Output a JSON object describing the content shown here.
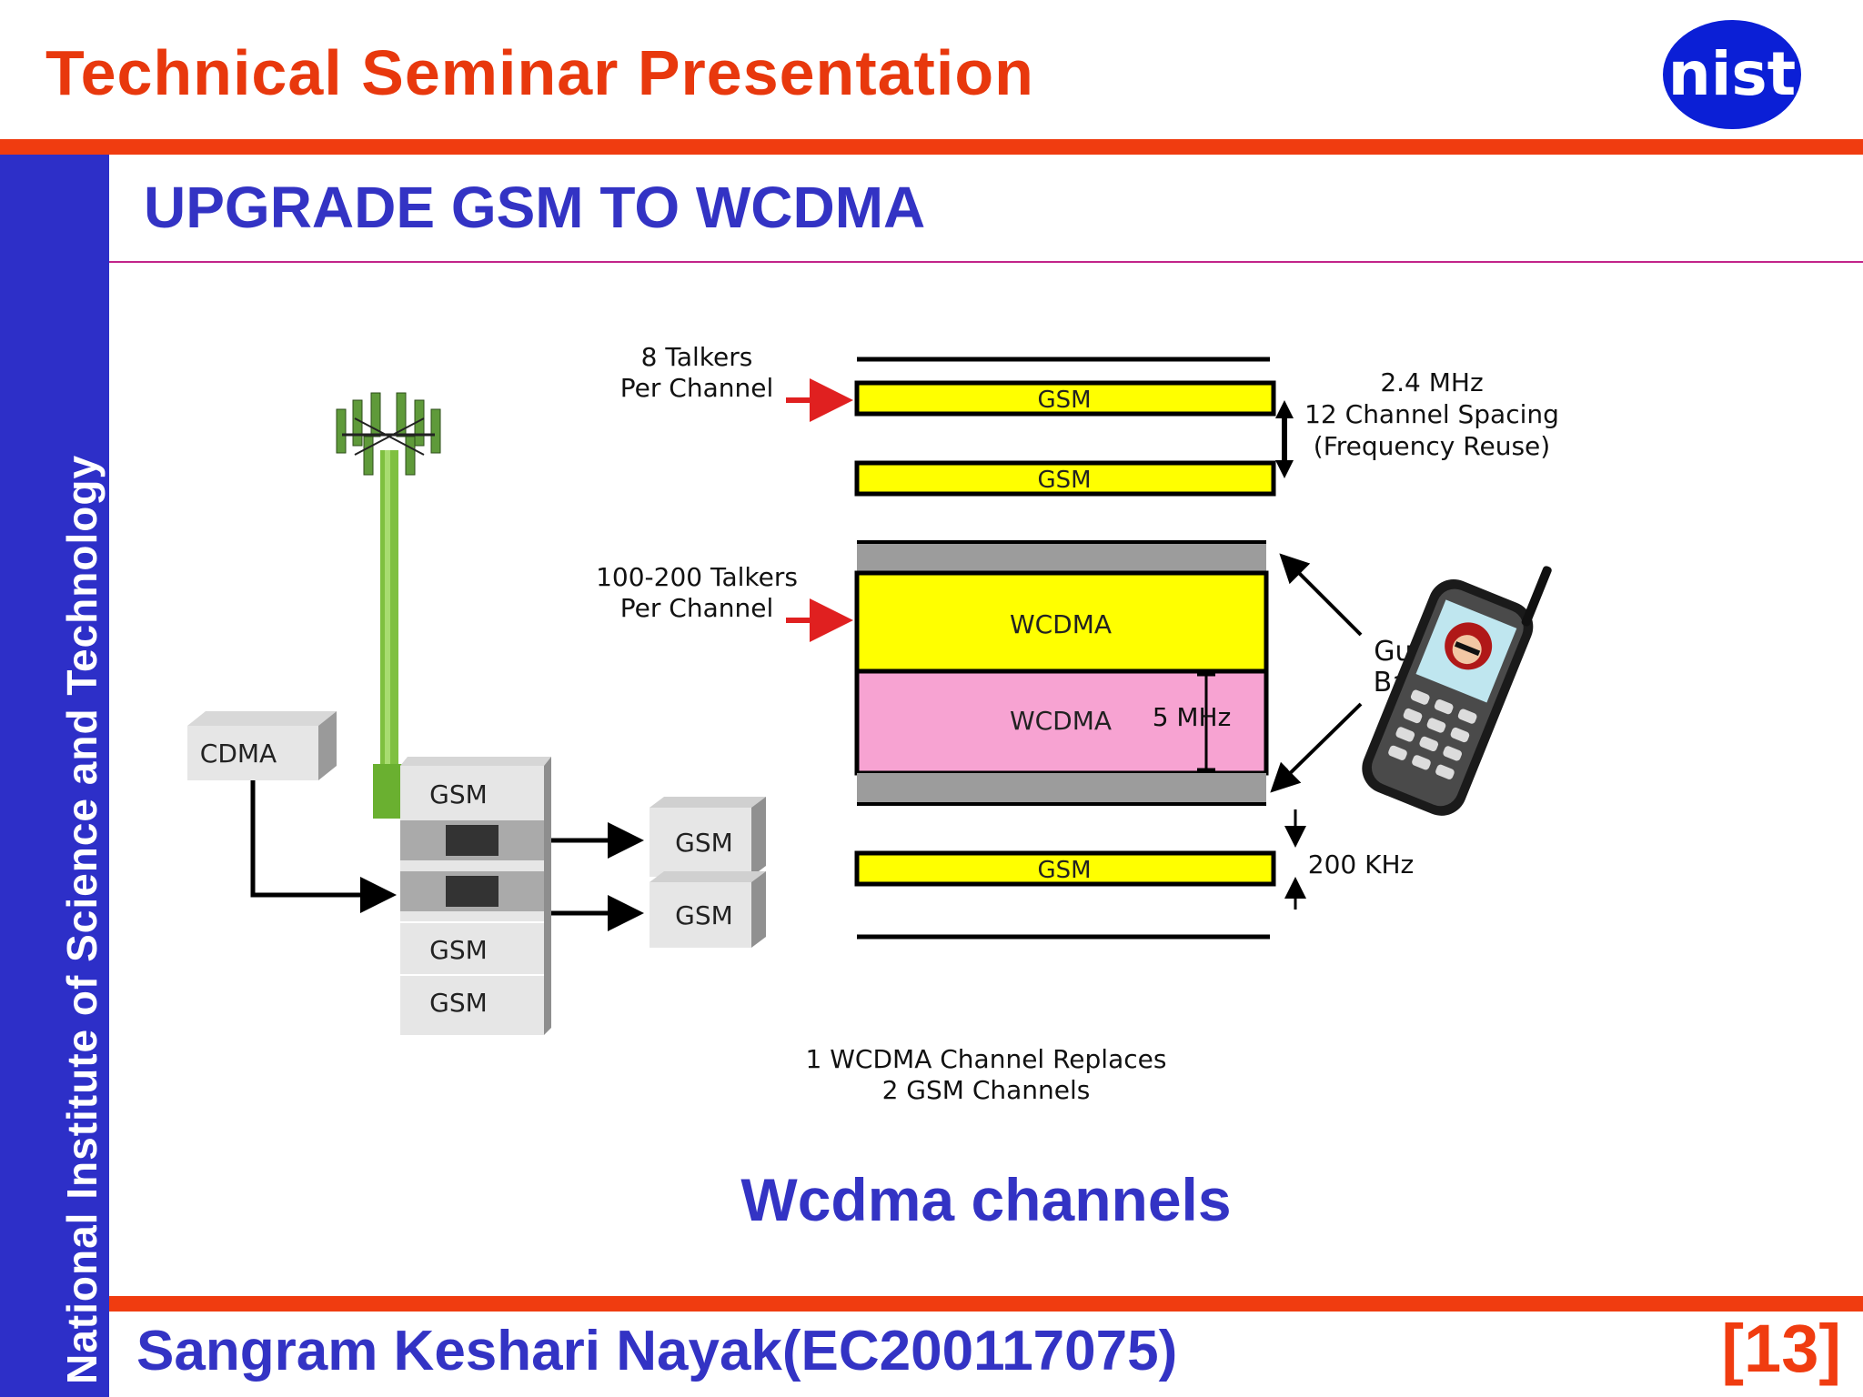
{
  "header": {
    "title": "Technical Seminar Presentation",
    "title_color": "#e8380d",
    "logo_text": "nist",
    "logo_color": "#0b1fd6"
  },
  "colors": {
    "accent_red": "#f03c10",
    "sidebar_blue": "#2d2fc8",
    "title_blue": "#3333c4",
    "title_rule": "#c2248a",
    "band_yellow": "#ffff00",
    "band_pink": "#f7a3d2",
    "band_gray": "#9c9c9c"
  },
  "sidebar": {
    "text": "National Institute of Science and Technology"
  },
  "slide": {
    "title": "UPGRADE GSM TO WCDMA"
  },
  "diagram": {
    "labels": {
      "talkers_gsm_line1": "8 Talkers",
      "talkers_gsm_line2": "Per Channel",
      "talkers_wcdma_line1": "100-200 Talkers",
      "talkers_wcdma_line2": "Per Channel",
      "spacing_line1": "2.4 MHz",
      "spacing_line2": "12 Channel Spacing",
      "spacing_line3": "(Frequency Reuse)",
      "guard_line1": "Guard",
      "guard_line2": "Bands",
      "bandwidth_wcdma": "5 MHz",
      "bandwidth_gsm": "200 KHz",
      "replace_line1": "1 WCDMA Channel Replaces",
      "replace_line2": "2 GSM Channels"
    },
    "bands": {
      "gsm_1": "GSM",
      "gsm_2": "GSM",
      "wcdma_1": "WCDMA",
      "wcdma_2": "WCDMA",
      "gsm_3": "GSM"
    },
    "equipment": {
      "cdma_box": "CDMA",
      "stack_top": "GSM",
      "stack_lower_1": "GSM",
      "stack_lower_2": "GSM",
      "out_box_1": "GSM",
      "out_box_2": "GSM"
    }
  },
  "caption": "Wcdma channels",
  "footer": {
    "author": "Sangram Keshari Nayak(EC200117075)",
    "page": "[13]"
  }
}
